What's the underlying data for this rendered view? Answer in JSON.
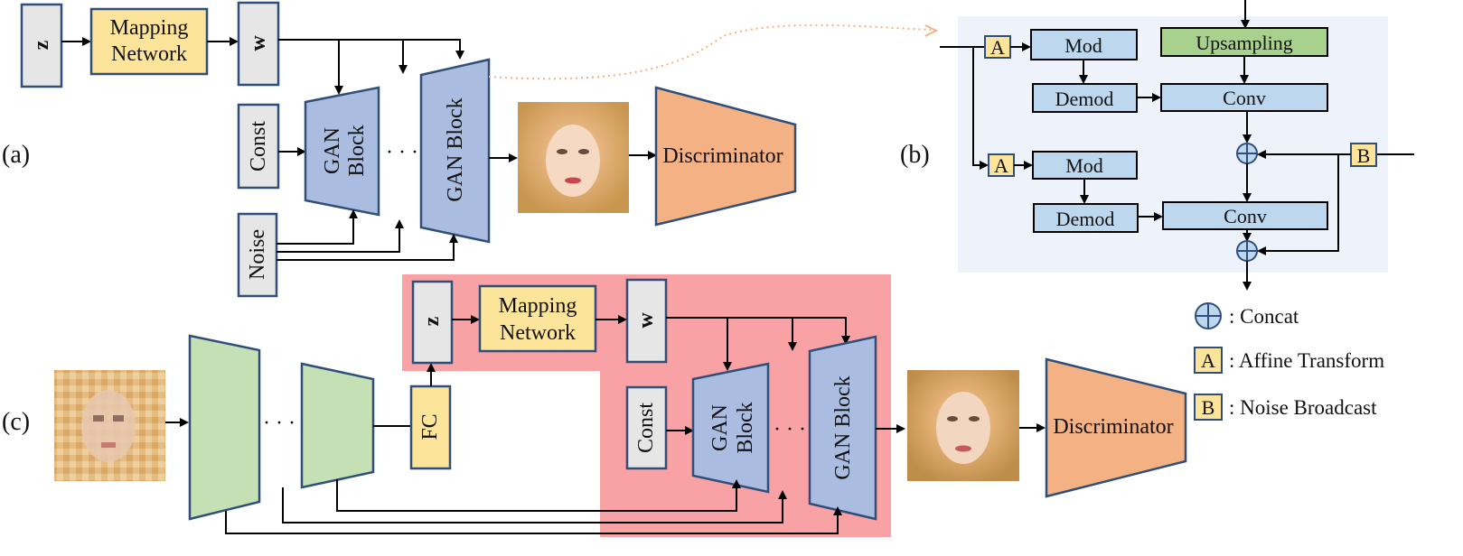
{
  "panels": {
    "a": "(a)",
    "b": "(b)",
    "c": "(c)"
  },
  "labels": {
    "z": "z",
    "w": "w",
    "mapping_line1": "Mapping",
    "mapping_line2": "Network",
    "const": "Const",
    "noise": "Noise",
    "gan_line1": "GAN",
    "gan_line2": "Block",
    "gan_block": "GAN Block",
    "discriminator": "Discriminator",
    "ellipsis": "· · ·",
    "fc": "FC"
  },
  "block_b": {
    "a": "A",
    "b": "B",
    "mod": "Mod",
    "demod": "Demod",
    "upsampling": "Upsampling",
    "conv": "Conv"
  },
  "legend": {
    "concat": ": Concat",
    "affine_key": "A",
    "affine": ": Affine Transform",
    "noise_key": "B",
    "noise": ": Noise Broadcast"
  },
  "colors": {
    "yellow": "#fde49b",
    "gray": "#e6e6e6",
    "gan_blue": "#aabde0",
    "orange": "#f4b183",
    "green": "#c5e0b4",
    "light_blue": "#bdd7ee",
    "upsampling_green": "#a9d18e",
    "panel_b_bg": "#eef2fb",
    "pink_bg": "#f8a2a6",
    "border": "#2f4f7a",
    "dotted_orange": "#f4b183"
  }
}
